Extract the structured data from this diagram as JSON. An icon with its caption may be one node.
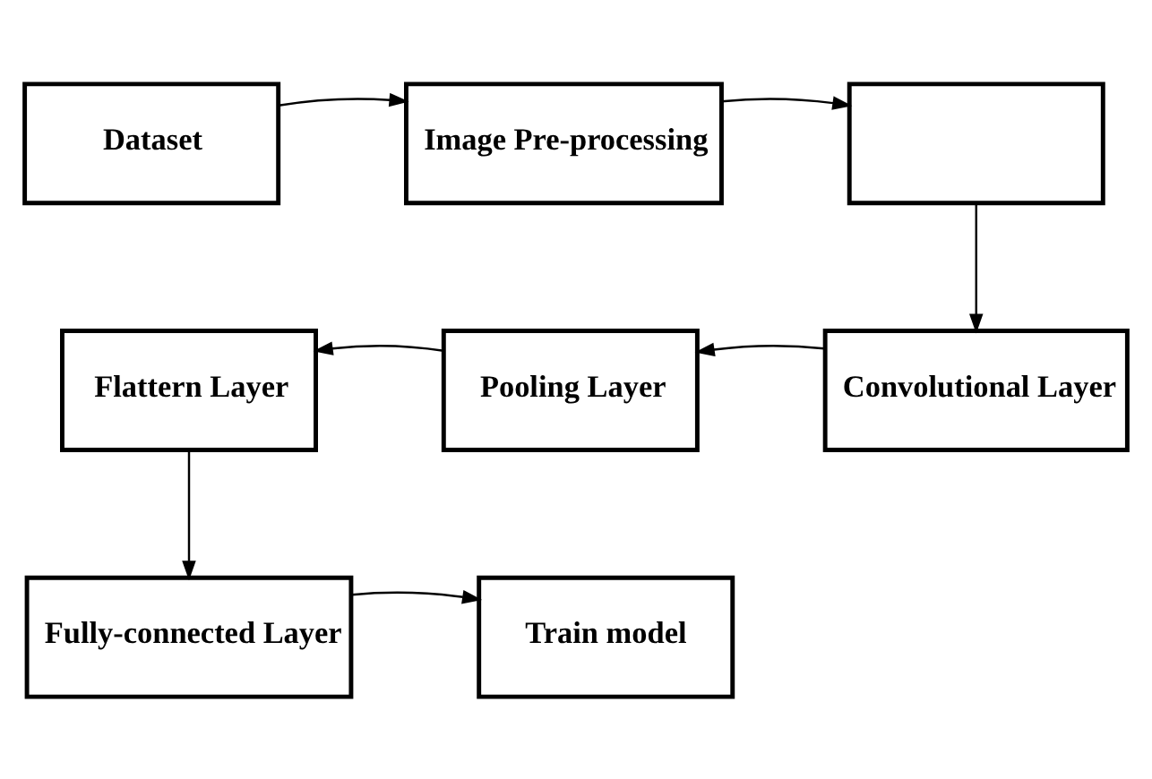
{
  "diagram": {
    "nodes": [
      {
        "text": [
          "Dataset"
        ]
      },
      {
        "text": [
          "Image Pre-processing"
        ]
      },
      {
        "text": [],
        "shape": "box"
      },
      {
        "text": [
          "Flattern Layer"
        ]
      },
      {
        "text": [
          "Pooling Layer"
        ]
      },
      {
        "text": [
          "Convolutional Layer"
        ]
      },
      {
        "text": [
          "Fully-connected Layer"
        ]
      },
      {
        "text": [
          "Train model"
        ]
      }
    ],
    "edges": [
      {
        "from": 0,
        "to": 1,
        "arrow": "to"
      },
      {
        "from": 1,
        "to": 2,
        "arrow": "to"
      },
      {
        "from": 2,
        "to": 5,
        "arrow": "to"
      },
      {
        "from": 5,
        "to": 4,
        "arrow": "to"
      },
      {
        "from": 4,
        "to": 3,
        "arrow": "to"
      },
      {
        "from": 3,
        "to": 6,
        "arrow": "to"
      },
      {
        "from": 6,
        "to": 7,
        "arrow": "to"
      }
    ]
  }
}
